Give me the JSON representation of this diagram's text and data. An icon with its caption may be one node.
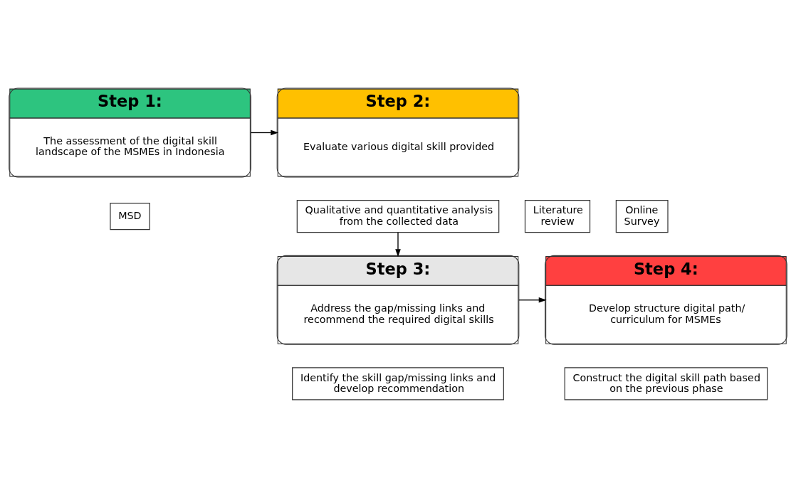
{
  "diagram": {
    "nodes": [
      {
        "text": [
          "Step 1:",
          "The assessment of the digital skill landscape of the MSMEs in Indonesia"
        ]
      },
      {
        "text": [
          "Step 2:",
          "Evaluate various digital skill provided"
        ]
      },
      {
        "text": [
          "Literature review"
        ]
      },
      {
        "text": [
          "MSD"
        ]
      },
      {
        "text": [
          "Online Survey"
        ]
      },
      {
        "text": [
          "Qualitative and quantitative analysis from the collected data"
        ]
      },
      {
        "text": [
          "Step 3:",
          "Address the gap/missing links and recommend the required digital skills"
        ]
      },
      {
        "text": [
          "Step 4:",
          "Develop structure digital path/ curriculum for MSMEs"
        ]
      },
      {
        "text": [
          "Identify the skill gap/missing links and develop recommendation"
        ]
      },
      {
        "text": [
          "Construct the digital skill path based on the previous phase"
        ]
      }
    ],
    "edges": [
      {
        "from": 0,
        "to": 1,
        "arrow": "to"
      },
      {
        "from": 5,
        "to": 6,
        "arrow": "to"
      },
      {
        "from": 6,
        "to": 7,
        "arrow": "to"
      }
    ]
  }
}
